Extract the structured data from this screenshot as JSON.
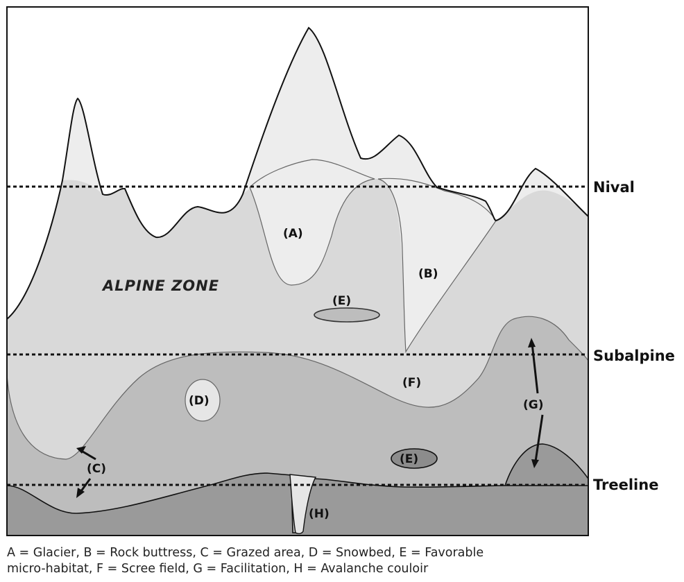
{
  "zones": {
    "nival": "Nival",
    "subalpine": "Subalpine",
    "treeline": "Treeline"
  },
  "alpine_zone_label": "ALPINE ZONE",
  "regions": {
    "a": "(A)",
    "b": "(B)",
    "c": "(C)",
    "d": "(D)",
    "e_upper": "(E)",
    "e_lower": "(E)",
    "f": "(F)",
    "g": "(G)",
    "h": "(H)"
  },
  "caption": {
    "line1": "A = Glacier, B = Rock buttress, C = Grazed area, D = Snowbed, E = Favorable",
    "line2": "micro-habitat, F = Scree field, G = Facilitation, H = Avalanche couloir"
  },
  "colors": {
    "sky": "#ffffff",
    "nival": "#ededed",
    "alpine": "#d9d9d9",
    "subalpine": "#bdbdbd",
    "treeline": "#9a9a9a",
    "outline": "#111111"
  }
}
